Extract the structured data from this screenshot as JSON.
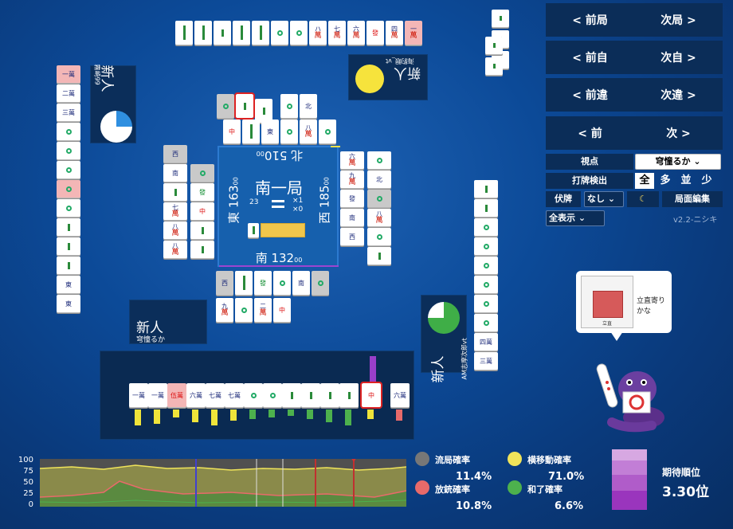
{
  "nav": {
    "prev_round": "< 前局",
    "next_round": "次局 >",
    "prev_self": "< 前自",
    "next_self": "次自 >",
    "prev_diff": "< 前違",
    "next_diff": "次違 >",
    "prev": "< 前",
    "next": "次 >"
  },
  "controls": {
    "viewpoint_label": "視点",
    "viewpoint_value": "穹憧るか",
    "discard_detect_label": "打牌検出",
    "discard_options": [
      "全",
      "多",
      "並",
      "少"
    ],
    "hidden_label": "伏牌",
    "hidden_value": "なし",
    "moon_icon": "moon-icon",
    "edit_label": "局面編集",
    "show_all_value": "全表示",
    "version": "v2.2-ニシキ"
  },
  "center": {
    "round": "南一局",
    "honba_left": "23",
    "riichi_top": "×1",
    "riichi_bottom": "×0",
    "north": "北 510",
    "north_sub": "00",
    "east": "東 163",
    "east_sub": "00",
    "west": "西 185",
    "west_sub": "00",
    "south": "南 132",
    "south_sub": "00"
  },
  "players": {
    "bottom": {
      "rank": "新人",
      "name": "穹憧るか"
    },
    "right": {
      "rank": "新人",
      "name": "AM志摩次郎vt"
    },
    "top": {
      "rank": "新人",
      "name": "海豹眼_vt"
    },
    "left": {
      "rank": "新人",
      "name": "霧崎99"
    }
  },
  "hand": {
    "tiles": [
      "一萬",
      "一萬",
      "伍萬",
      "六萬",
      "七萬",
      "七萬",
      "1筒",
      "2筒",
      "3索",
      "5索",
      "8索",
      "9索",
      "中"
    ],
    "drawn": "六萬"
  },
  "advisor": {
    "text": "立直寄りかな",
    "bar_label": "立直"
  },
  "stats": {
    "ryukyoku_label": "流局確率",
    "ryukyoku_value": "11.4%",
    "houju_label": "放銃確率",
    "houju_value": "10.8%",
    "yokoido_label": "横移動確率",
    "yokoido_value": "71.0%",
    "hora_label": "和了確率",
    "hora_value": "6.6%",
    "expected_label": "期待順位",
    "expected_value": "3.30位",
    "yaxis": [
      "100",
      "75",
      "50",
      "25",
      "0"
    ],
    "colors": {
      "ryukyoku": "#777777",
      "houju": "#e86a6a",
      "yokoido": "#f0e45a",
      "hora": "#4db14d"
    }
  }
}
